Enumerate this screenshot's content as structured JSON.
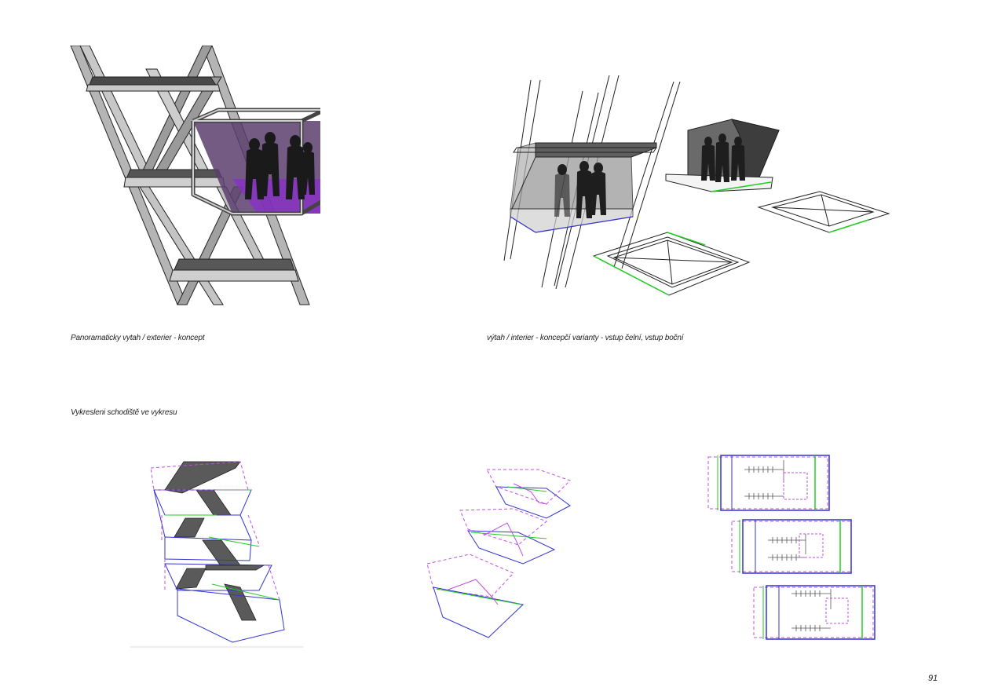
{
  "captions": {
    "exterior": "Panoramaticky vytah / exterier - koncept",
    "interior": "výtah / interier - koncepčí varianty - vstup čelní, vstup boční",
    "staircase": "Vykresleni schodiště ve vykresu"
  },
  "page_number": "91",
  "colors": {
    "cabin_glass": "#5a3e6e",
    "cabin_floor": "#8b2fc9",
    "frame_grey": "#a7a7a7",
    "line_blue": "#3434d0",
    "line_green": "#22cc22",
    "line_magenta": "#c050e0"
  }
}
